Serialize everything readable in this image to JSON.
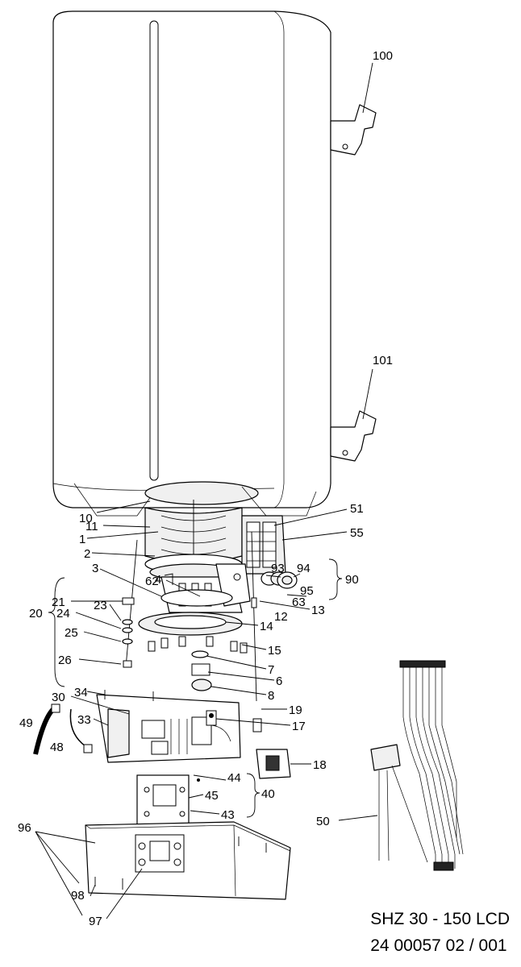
{
  "drawing": {
    "model": "SHZ 30 - 150 LCD",
    "document_number": "24 00057 02 / 001"
  },
  "callouts": {
    "c100": "100",
    "c101": "101",
    "c10": "10",
    "c11": "11",
    "c1": "1",
    "c2": "2",
    "c3": "3",
    "c51": "51",
    "c55": "55",
    "c62": "62",
    "c4": "4",
    "c93": "93",
    "c94": "94",
    "c95": "95",
    "c90": "90",
    "c63": "63",
    "c13": "13",
    "c12": "12",
    "c14": "14",
    "c15": "15",
    "c7": "7",
    "c6": "6",
    "c8": "8",
    "c19": "19",
    "c17": "17",
    "c18": "18",
    "c20": "20",
    "c21": "21",
    "c23": "23",
    "c24": "24",
    "c25": "25",
    "c26": "26",
    "c30": "30",
    "c34": "34",
    "c49": "49",
    "c33": "33",
    "c48": "48",
    "c44": "44",
    "c45": "45",
    "c43": "43",
    "c40": "40",
    "c96": "96",
    "c98": "98",
    "c97": "97",
    "c50": "50"
  }
}
